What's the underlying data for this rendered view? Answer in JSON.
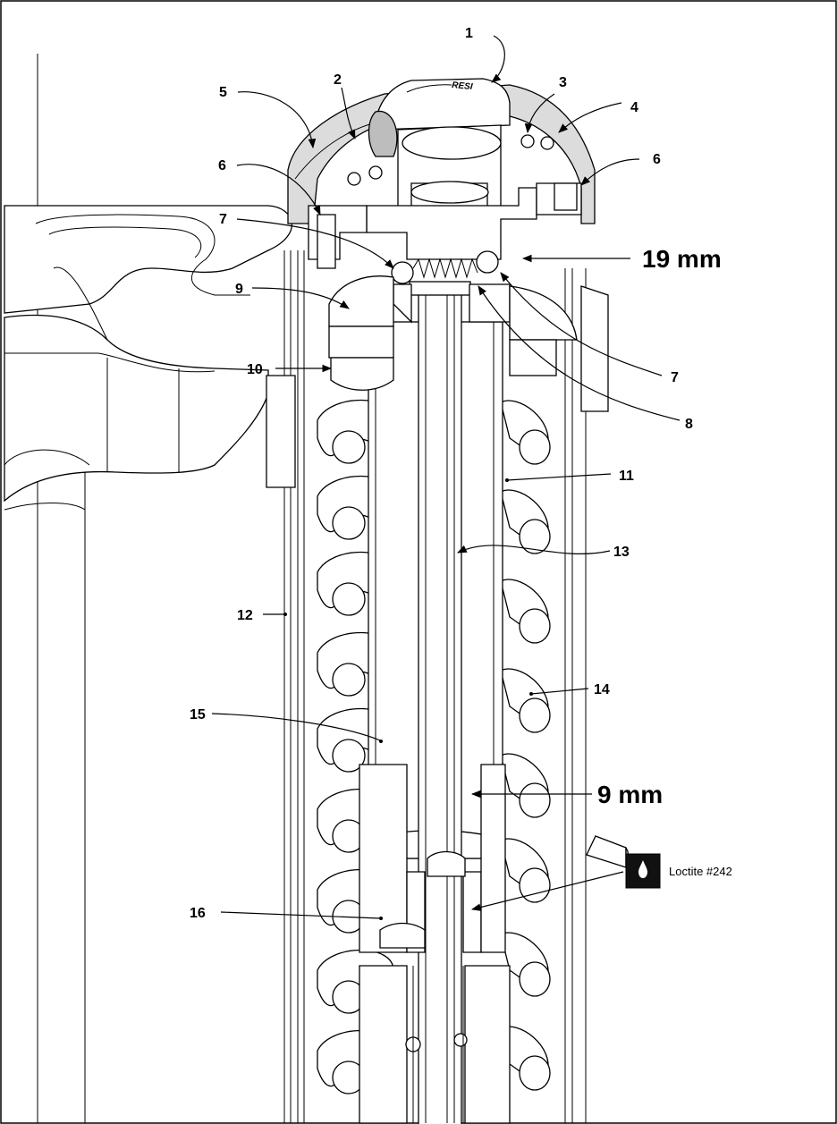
{
  "diagram": {
    "callouts": [
      "1",
      "2",
      "3",
      "4",
      "5",
      "6",
      "6",
      "7",
      "7",
      "8",
      "9",
      "10",
      "11",
      "12",
      "13",
      "14",
      "15",
      "16"
    ],
    "dimensions": {
      "upper": "19 mm",
      "lower": "9 mm"
    },
    "cap_engraving": "RESI",
    "adhesive": {
      "label": "Loctite #242",
      "icon": "adhesive-bottle-drop-icon"
    }
  }
}
